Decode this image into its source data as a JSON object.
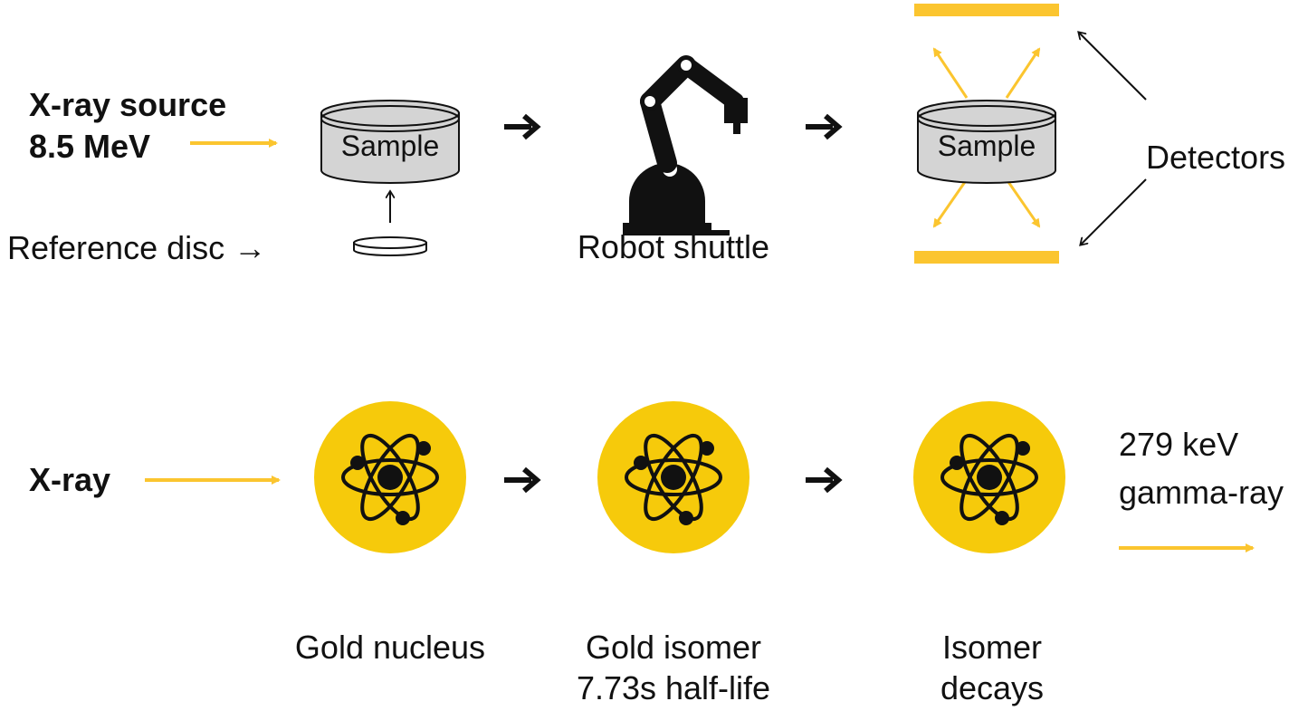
{
  "top_row": {
    "source_label_line1": "X-ray source",
    "source_label_line2": "8.5 MeV",
    "reference_label": "Reference disc →",
    "sample_label": "Sample",
    "robot_label": "Robot shuttle",
    "sample_label_2": "Sample",
    "detectors_label": "Detectors"
  },
  "bottom_row": {
    "xray_label": "X-ray",
    "gold_nucleus_label": "Gold nucleus",
    "isomer_label_line1": "Gold isomer",
    "isomer_label_line2": "7.73s half-life",
    "decays_label_line1": "Isomer",
    "decays_label_line2": "decays",
    "gamma_label_line1": "279 keV",
    "gamma_label_line2": "gamma-ray"
  },
  "colors": {
    "accent_yellow": "#fbc52f",
    "atom_yellow": "#f6ca0b",
    "sample_fill": "#d4d4d4",
    "ink": "#111111"
  },
  "icons": [
    "sample-cylinder-icon",
    "reference-disc-icon",
    "robot-arm-icon",
    "detector-bar-icon",
    "atom-icon"
  ]
}
